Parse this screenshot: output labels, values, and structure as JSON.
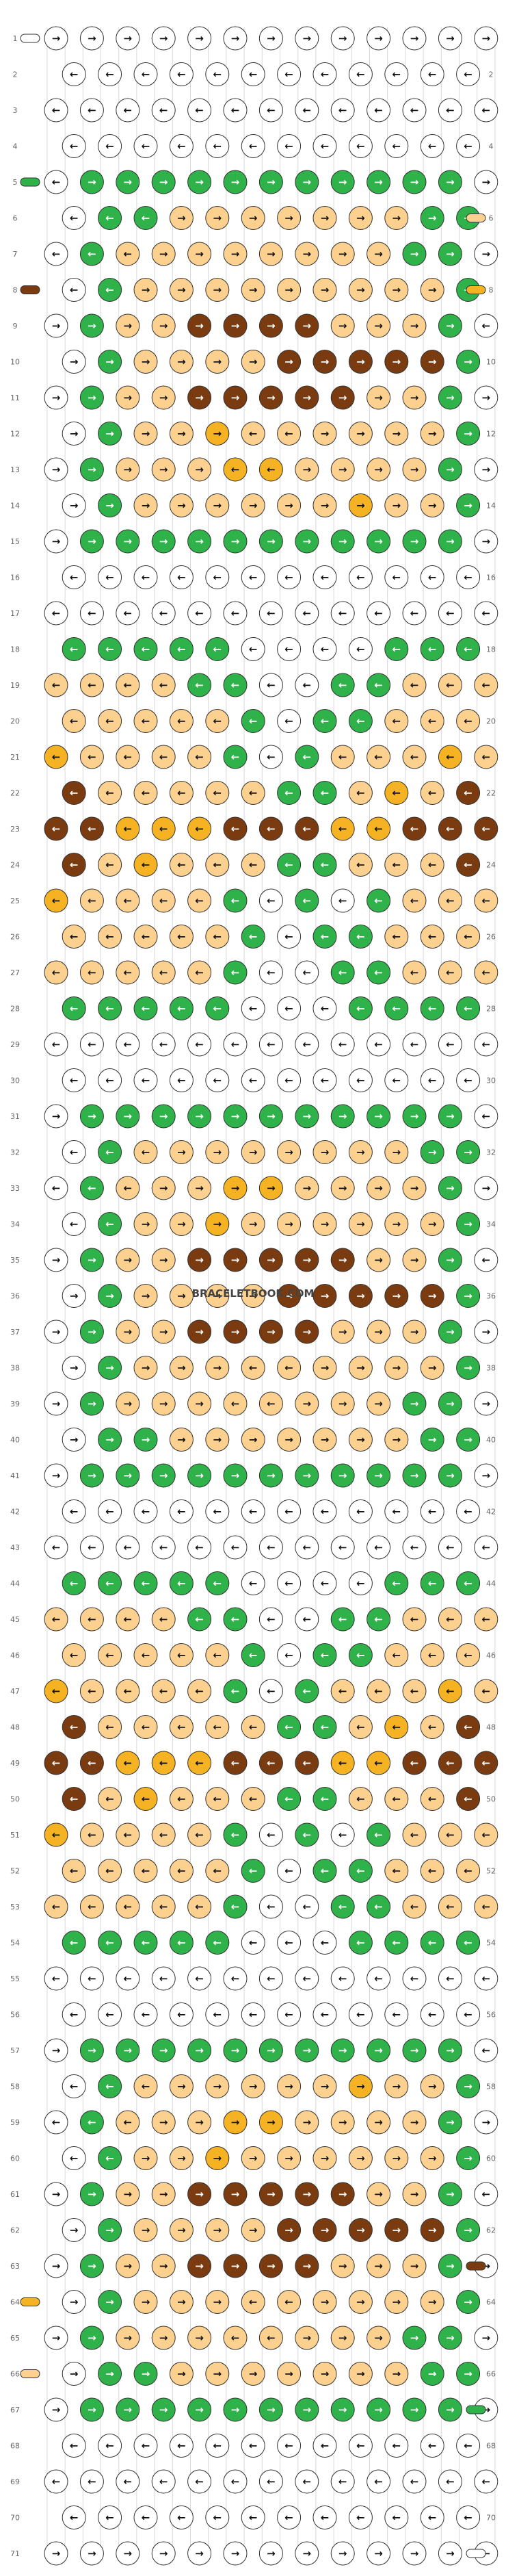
{
  "watermark": "BRACELETBOOK.COM",
  "rows": 71,
  "knots_per_row": 12,
  "arrow_glyphs": {
    "forward": "→",
    "backward": "←"
  },
  "colors": {
    "a": "#ffffff",
    "b": "#2fb24a",
    "c": "#fcd08e",
    "d": "#f5b324",
    "e": "#7a3b10"
  },
  "strings_left": {
    "1": "a",
    "5": "b",
    "8": "e",
    "64": "d",
    "66": "c"
  },
  "strings_right": {
    "6": "c",
    "8": "d",
    "63": "e",
    "67": "b",
    "71": "a"
  },
  "pattern": [
    "aaaaaaaaaaaaa",
    "aaaaaaaaaaaa",
    "aaaaaaaaaaaaa",
    "aaaaaaaaaaaa",
    "abbbbbbbbbbba",
    "abbcccccccbb",
    "abccccccccbba",
    "abcccccccccb",
    "abcceeeecccba",
    "abcccceeeeeb",
    "abcceeeeeccba",
    "abccdccccccb",
    "abcccddccccba",
    "abccccccdccb",
    "abbbbbbbbbbba",
    "aaaaaaaaaaaa",
    "aaaaaaaaaaaaa",
    "bbbbbaaaabbb",
    "ccccbbaabbccc",
    "cccccbabbccc",
    "dccccbabcccdc",
    "ecccccbbcdce",
    "eedddeeeddeee",
    "ecdcccbbccce",
    "dccccbababccc",
    "cccccbabbccc",
    "cccccbaabbccc",
    "bbbbbaaabbbb",
    "aaaaaaaaaaaaa",
    "aaaaaaaaaaaa",
    "abbbbbbbbbbba",
    "abccccccccbb",
    "abcccddccccba",
    "abccdccccccb",
    "abcceeeeeccba",
    "abcccceeeeeb",
    "abcceeeecccba",
    "abcccccccccb",
    "abccccccccbba",
    "abbcccccccbb",
    "abbbbbbbbbbba",
    "aaaaaaaaaaaa",
    "aaaaaaaaaaaaa",
    "bbbbbaaaabbb",
    "ccccbbaabbccc",
    "cccccbabbccc",
    "dccccbabcccdc",
    "ecccccbbcdce",
    "eedddeeeddeee",
    "ecdcccbbccce",
    "dccccbababccc",
    "cccccbabbccc",
    "cccccbaabbccc",
    "bbbbbaaabbbb",
    "aaaaaaaaaaaaa",
    "aaaaaaaaaaaa",
    "abbbbbbbbbbba",
    "abccccccdccb",
    "abcccddccccba",
    "abccdccccccb",
    "abcceeeeeccba",
    "abcccceeeeeb",
    "abcceeeecccba",
    "abcccccccccb",
    "abccccccccbba",
    "abbcccccccbb",
    "abbbbbbbbbbba",
    "aaaaaaaaaaaa",
    "aaaaaaaaaaaaa",
    "aaaaaaaaaaaa",
    "aaaaaaaaaaaaa"
  ],
  "directions": [
    "FFFFFFFFFFFFF",
    "BBBBBBBBBBBB",
    "BBBBBBBBBBBBB",
    "BBBBBBBBBBBB",
    "BFFFFFFFFFFFF",
    "BBBFFFFFFFFF",
    "BBBFFFFFFFFFF",
    "BBFFFFFFFFFF",
    "FFFFFFFFFFFFB",
    "FFFFFFFFFFFF",
    "FFFFFFFFFFFFF",
    "FFFFFBBFFFFF",
    "FFFFFBBFFFFFF",
    "FFFFFFFFFFFF",
    "FFFFFFFFFFFFF",
    "BBBBBBBBBBBB",
    "BBBBBBBBBBBBB",
    "BBBBBBBBBBBB",
    "BBBBBBBBBBBBB",
    "BBBBBBBBBBBB",
    "BBBBBBBBBBBBB",
    "BBBBBBBBBBBB",
    "BBBBBBBBBBBBB",
    "BBBBBBBBBBBB",
    "BBBBBBBBBBBBB",
    "BBBBBBBBBBBB",
    "BBBBBBBBBBBBB",
    "BBBBBBBBBBBB",
    "BBBBBBBBBBBBB",
    "BBBBBBBBBBBB",
    "FFFFFFFFFFFFB",
    "BBBFFFFFFFFF",
    "BBBFFFFFFFFFF",
    "BBFFFFFFFFFF",
    "FFFFFFFFFFFFB",
    "FFFFFFFFFFFF",
    "FFFFFFFFFFFFF",
    "FFFFFBBFFFFF",
    "FFFFFBBFFFFFF",
    "FFFFFFFFFFFF",
    "FFFFFFFFFFFFF",
    "BBBBBBBBBBBB",
    "BBBBBBBBBBBBB",
    "BBBBBBBBBBBB",
    "BBBBBBBBBBBBB",
    "BBBBBBBBBBBB",
    "BBBBBBBBBBBBB",
    "BBBBBBBBBBBB",
    "BBBBBBBBBBBBB",
    "BBBBBBBBBBBB",
    "BBBBBBBBBBBBB",
    "BBBBBBBBBBBB",
    "BBBBBBBBBBBBB",
    "BBBBBBBBBBBB",
    "BBBBBBBBBBBBB",
    "BBBBBBBBBBBB",
    "FFFFFFFFFFFFB",
    "BBBFFFFFFFFF",
    "BBBFFFFFFFFFF",
    "BBFFFFFFFFFF",
    "FFFFFFFFFFFFB",
    "FFFFFFFFFFFF",
    "FFFFFFFFFFFFF",
    "FFFFFBBFFFFF",
    "FFFFFBBFFFFFF",
    "FFFFFFFFFFFF",
    "FFFFFFFFFFFFF",
    "BBBBBBBBBBBB",
    "BBBBBBBBBBBBB",
    "BBBBBBBBBBBB",
    "FFFFFFFFFFFFB"
  ]
}
